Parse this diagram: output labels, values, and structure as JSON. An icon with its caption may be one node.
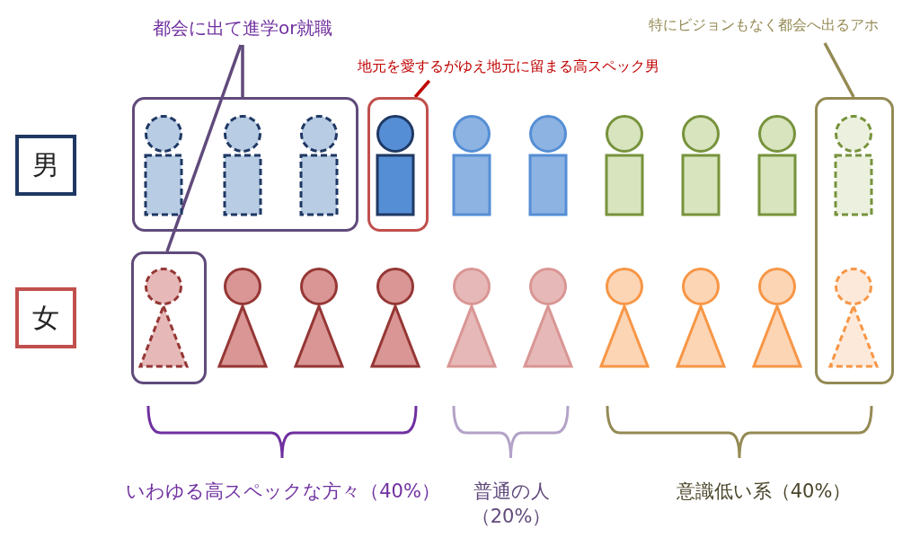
{
  "diagram": {
    "nodes": [
      {
        "text": [
          "都会に出て進学or就職"
        ]
      },
      {
        "text": [
          "特にビジョンもなく都会へ出るアホ"
        ]
      },
      {
        "text": [
          "地元を愛するがゆえ地元に留まる高スペック男"
        ]
      },
      {
        "text": [
          "男"
        ]
      },
      {
        "text": [],
        "shape": "box"
      },
      {
        "text": [],
        "shape": "person",
        "in": 4
      },
      {
        "text": [],
        "shape": "person",
        "in": 4
      },
      {
        "text": [],
        "shape": "person",
        "in": 4
      },
      {
        "text": [],
        "shape": "box"
      },
      {
        "text": [],
        "shape": "person",
        "in": 8
      },
      {
        "text": [],
        "shape": "person"
      },
      {
        "text": [],
        "shape": "person"
      },
      {
        "text": [],
        "shape": "person"
      },
      {
        "text": [],
        "shape": "person"
      },
      {
        "text": [],
        "shape": "person"
      },
      {
        "text": [],
        "shape": "box"
      },
      {
        "text": [],
        "shape": "person",
        "in": 15
      },
      {
        "text": [
          "女"
        ]
      },
      {
        "text": [],
        "shape": "box"
      },
      {
        "text": [],
        "shape": "person",
        "in": 18
      },
      {
        "text": [],
        "shape": "person"
      },
      {
        "text": [],
        "shape": "person"
      },
      {
        "text": [],
        "shape": "person"
      },
      {
        "text": [],
        "shape": "person"
      },
      {
        "text": [],
        "shape": "person"
      },
      {
        "text": [],
        "shape": "person"
      },
      {
        "text": [],
        "shape": "person"
      },
      {
        "text": [],
        "shape": "person"
      },
      {
        "text": [],
        "shape": "person",
        "in": 15
      }
    ],
    "edges": [
      {
        "from": 0,
        "to": 4,
        "arrow": "none"
      },
      {
        "from": 0,
        "to": 18,
        "arrow": "none"
      },
      {
        "from": 2,
        "to": 8,
        "arrow": "none",
        "color": "#c00000"
      },
      {
        "from": 1,
        "to": 15,
        "arrow": "none",
        "color": "#948a54"
      }
    ],
    "labels": [
      "いわゆる高スペックな方々（40%）",
      "普通の人（20%）",
      "意識低い系（40%）"
    ]
  }
}
